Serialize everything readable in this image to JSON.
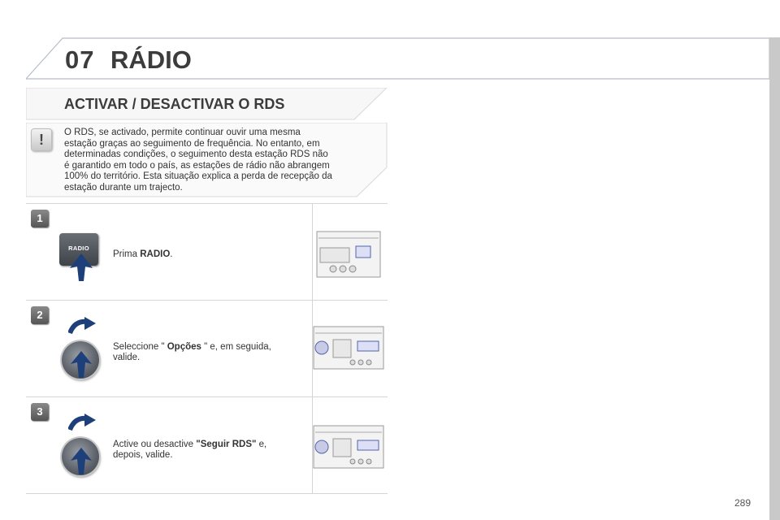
{
  "header": {
    "chapter_number": "07",
    "chapter_title": "RÁDIO"
  },
  "section": {
    "title": "ACTIVAR / DESACTIVAR O RDS"
  },
  "note": {
    "icon": "warning-icon",
    "icon_glyph": "!",
    "lines": [
      "O RDS, se activado, permite continuar ouvir uma mesma",
      "estação graças ao seguimento de frequência. No entanto, em",
      "determinadas condições, o seguimento desta estação RDS não",
      "é garantido em todo o país, as estações de rádio não abrangem",
      "100% do território. Esta situação explica a perda de recepção da",
      "estação durante um trajecto."
    ]
  },
  "steps": [
    {
      "number": "1",
      "text_before": "Prima ",
      "bold": "RADIO",
      "text_after": ".",
      "line2": "",
      "control": "radio-button-icon",
      "control_label": "RADIO"
    },
    {
      "number": "2",
      "text_before": "Seleccione \" ",
      "bold": "Opções",
      "text_after": " \" e, em seguida,",
      "line2": "valide.",
      "control": "rotary-knob-icon"
    },
    {
      "number": "3",
      "text_before": "Active ou desactive ",
      "bold": "\"Seguir RDS\"",
      "text_after": " e,",
      "line2": "depois, valide.",
      "control": "rotary-knob-icon"
    }
  ],
  "footer": {
    "page_number": "289"
  },
  "colors": {
    "arrow_blue": "#1d3f7a",
    "header_line": "#b8bec6"
  }
}
